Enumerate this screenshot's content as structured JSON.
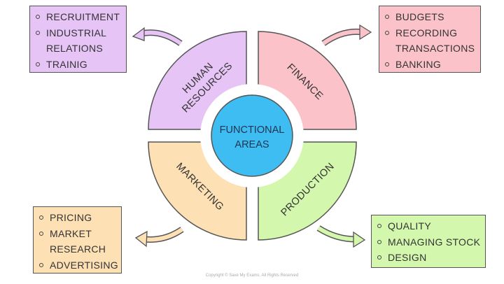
{
  "center": {
    "line1": "FUNCTIONAL",
    "line2": "AREAS",
    "color": "#3dbdf2"
  },
  "quadrants": {
    "human_resources": {
      "line1": "HUMAN",
      "line2": "RESOURCES",
      "color": "#e7c4f6"
    },
    "finance": {
      "label": "FINANCE",
      "color": "#fbc3c9"
    },
    "marketing": {
      "label": "MARKETING",
      "color": "#fde0b4"
    },
    "production": {
      "label": "PRODUCTION",
      "color": "#d3f7ac"
    }
  },
  "boxes": {
    "human_resources": {
      "items": [
        "RECRUITMENT",
        "INDUSTRIAL RELATIONS",
        "TRAINIG"
      ]
    },
    "finance": {
      "items": [
        "BUDGETS",
        "RECORDING TRANSACTIONS",
        "BANKING"
      ]
    },
    "marketing": {
      "items": [
        "PRICING",
        "MARKET RESEARCH",
        "ADVERTISING"
      ]
    },
    "production": {
      "items": [
        "QUALITY",
        "MANAGING STOCK",
        "DESIGN"
      ]
    }
  },
  "copyright": "Copyright © Save My Exams. All Rights Reserved"
}
